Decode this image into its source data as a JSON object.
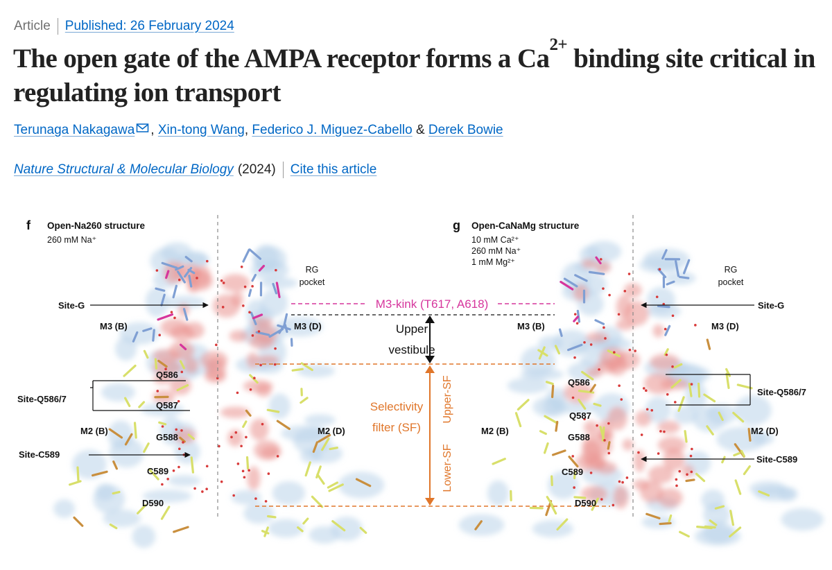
{
  "article": {
    "type": "Article",
    "published": "Published: 26 February 2024",
    "title_pre": "The open gate of the AMPA receptor forms a Ca",
    "title_sup": "2+",
    "title_post": " binding site critical in regulating ion transport"
  },
  "authors": [
    "Terunaga Nakagawa",
    "Xin-tong Wang",
    "Federico J. Miguez-Cabello",
    "Derek Bowie"
  ],
  "journal": {
    "name": "Nature Structural & Molecular Biology",
    "year": "(2024)",
    "cite": "Cite this article"
  },
  "figure": {
    "panel_f": {
      "letter": "f",
      "title": "Open-Na260 structure",
      "conditions": [
        "260 mM Na⁺"
      ],
      "labels": {
        "rg_pocket_1": "RG",
        "rg_pocket_2": "pocket",
        "site_g": "Site-G",
        "m3_b": "M3 (B)",
        "m3_d": "M3 (D)",
        "site_q": "Site-Q586/7",
        "q586": "Q586",
        "q587": "Q587",
        "m2_b": "M2 (B)",
        "m2_d": "M2 (D)",
        "g588": "G588",
        "site_c": "Site-C589",
        "c589": "C589",
        "d590": "D590"
      }
    },
    "panel_g": {
      "letter": "g",
      "title": "Open-CaNaMg structure",
      "conditions": [
        "10 mM Ca²⁺",
        "260 mM Na⁺",
        "1 mM Mg²⁺"
      ],
      "labels": {
        "rg_pocket_1": "RG",
        "rg_pocket_2": "pocket",
        "site_g": "Site-G",
        "m3_b": "M3 (B)",
        "m3_d": "M3 (D)",
        "site_q": "Site-Q586/7",
        "q586": "Q586",
        "q587": "Q587",
        "m2_b": "M2 (B)",
        "m2_d": "M2 (D)",
        "g588": "G588",
        "site_c": "Site-C589",
        "c589": "C589",
        "d590": "D590"
      }
    },
    "center": {
      "m3_kink": "M3-kink (T617, A618)",
      "upper_vestibule_1": "Upper",
      "upper_vestibule_2": "vestibule",
      "selectivity_1": "Selectivity",
      "selectivity_2": "filter (SF)",
      "upper_sf": "Upper-SF",
      "lower_sf": "Lower-SF"
    },
    "colors": {
      "magenta": "#d6359c",
      "orange": "#e0762a",
      "density_red": "#e9928e",
      "density_blue": "#b9d3ea",
      "stick_yellow": "#d8df6a",
      "stick_blue": "#7f9fd3"
    }
  }
}
